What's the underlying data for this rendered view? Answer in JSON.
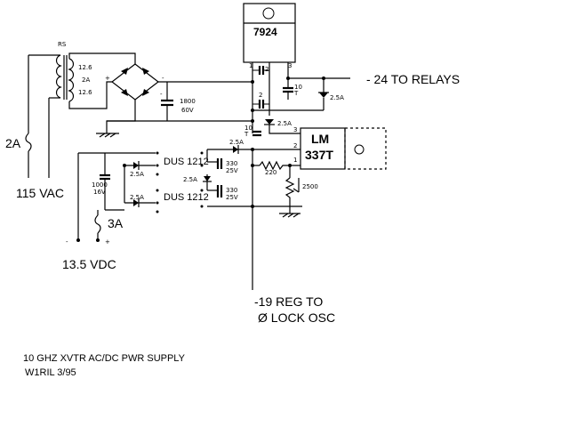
{
  "diagram": {
    "transformer_label": "RS",
    "secondary_taps": [
      "12.6",
      "2A",
      "12.6"
    ],
    "fuse_ac_label": "2A",
    "ac_input_label": "115 VAC",
    "filter_cap": {
      "value": "1800",
      "voltage": "60V"
    },
    "rectifier_polarity": {
      "plus": "+",
      "minus": "-",
      "tilde_left": "~",
      "tilde_right": "~"
    },
    "regulator_7924": {
      "label": "7924",
      "pins": [
        "1",
        "2",
        "3"
      ]
    },
    "output_relays": "- 24 TO RELAYS",
    "cap_10uf_top": {
      "value": "10",
      "unit": "T"
    },
    "cap_10uf_mid": {
      "value": "10",
      "unit": "T"
    },
    "diode_2_5a": "2.5A",
    "lm337": {
      "line1": "LM",
      "line2": "337T",
      "pins": [
        "1",
        "2",
        "3"
      ]
    },
    "resistor_220": "220",
    "pot_2500": "2500",
    "dc_dc_1": "DUS 1212",
    "dc_dc_2": "DUS 1212",
    "cap_330_1": {
      "value": "330",
      "voltage": "25V"
    },
    "cap_330_2": {
      "value": "330",
      "voltage": "25V"
    },
    "cap_1000": {
      "value": "1000",
      "voltage": "16V"
    },
    "fuse_dc_label": "3A",
    "dc_polarity": {
      "minus": "-",
      "plus": "+"
    },
    "dc_input_label": "13.5 VDC",
    "reg_output_line1": "-19 REG TO",
    "reg_output_line2": "Ø LOCK OSC",
    "title_line1": "10 GHZ XVTR AC/DC PWR SUPPLY",
    "title_line2": "W1RIL  3/95"
  }
}
